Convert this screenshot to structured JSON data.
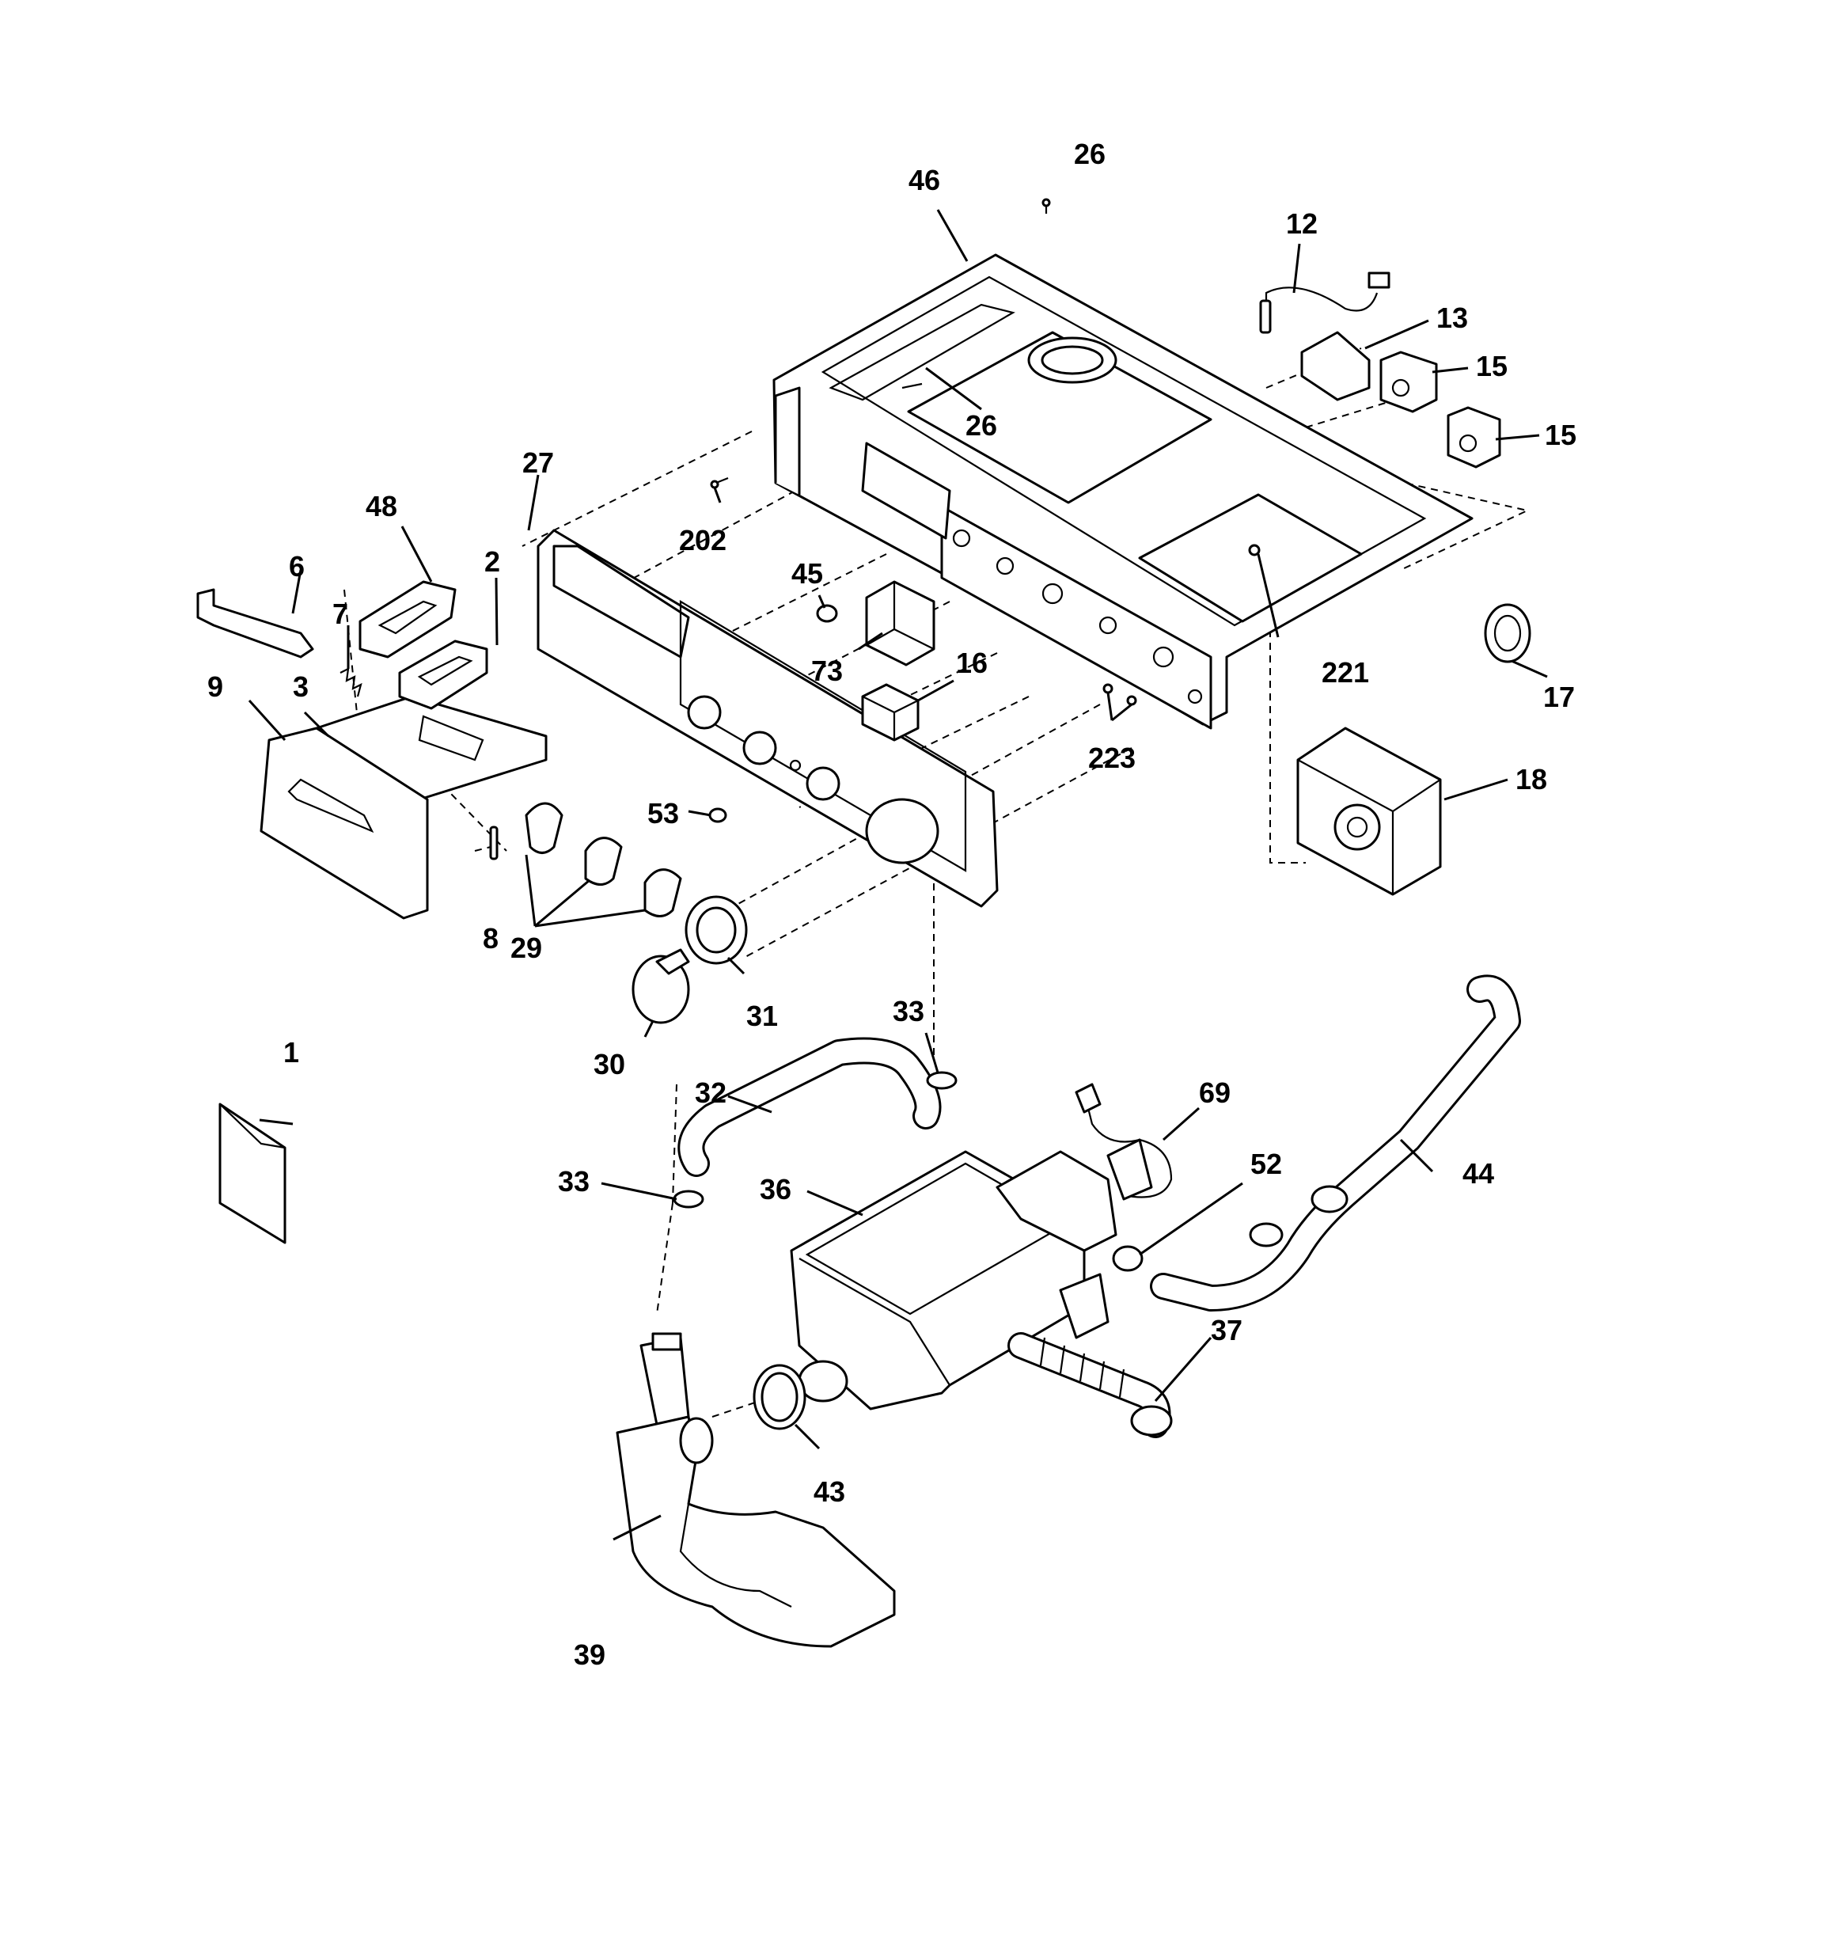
{
  "callouts": {
    "c1": "1",
    "c2": "2",
    "c3": "3",
    "c6": "6",
    "c7": "7",
    "c8": "8",
    "c9": "9",
    "c12": "12",
    "c13": "13",
    "c15a": "15",
    "c15b": "15",
    "c16": "16",
    "c17": "17",
    "c18": "18",
    "c26a": "26",
    "c26b": "26",
    "c27": "27",
    "c29": "29",
    "c30": "30",
    "c31": "31",
    "c32": "32",
    "c33a": "33",
    "c33b": "33",
    "c36": "36",
    "c37": "37",
    "c39": "39",
    "c43": "43",
    "c44": "44",
    "c45": "45",
    "c46": "46",
    "c48": "48",
    "c52": "52",
    "c53": "53",
    "c69": "69",
    "c73": "73",
    "c202": "202",
    "c221": "221",
    "c223": "223"
  }
}
